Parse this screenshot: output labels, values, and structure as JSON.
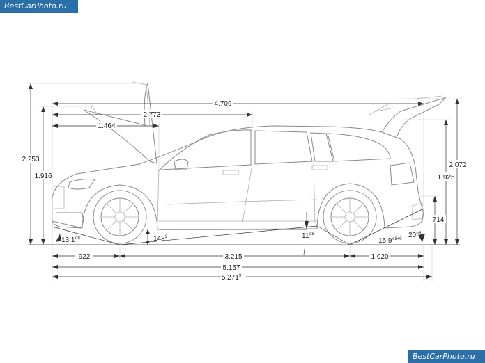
{
  "watermark": {
    "top": "BestCarPhoto.ru",
    "bottom": "BestCarPhoto.ru"
  },
  "dimensions": {
    "overall_length": "4.709",
    "front_opening": "2.773",
    "hood_opening": "1.464",
    "height_open_front": "2.253",
    "height_front": "1.916",
    "height_open_rear": "2.072",
    "height_rear": "1.925",
    "rear_bumper_height": "714",
    "approach_angle": "13,1°",
    "approach_note": "8",
    "ground_clearance": "148",
    "ground_clearance_note": "2",
    "ramp_angle": "11°",
    "ramp_note": "8",
    "departure_angle": "15,9°",
    "departure_note": "8+9",
    "rear_angle": "20°",
    "rear_angle_note": "8",
    "front_overhang": "922",
    "wheelbase": "3.215",
    "rear_overhang": "1.020",
    "length_1": "5.157",
    "length_2": "5.271",
    "length_2_note": "9"
  },
  "colors": {
    "watermark_bg": "#2b6fa8",
    "line": "#333333",
    "car": "#888888"
  }
}
